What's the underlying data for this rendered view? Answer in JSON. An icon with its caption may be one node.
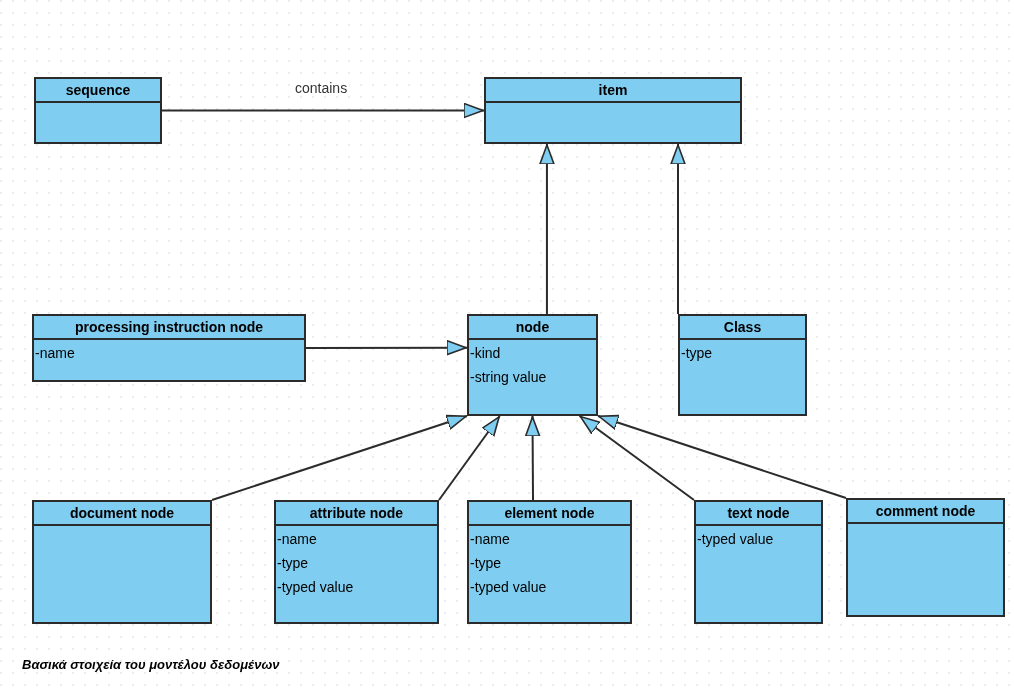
{
  "diagram": {
    "caption": "Βασικά στοιχεία του μοντέλου δεδομένων",
    "nodes": [
      {
        "text": [
          "sequence"
        ]
      },
      {
        "text": [
          "item"
        ]
      },
      {
        "text": [
          "processing instruction node",
          "-name"
        ]
      },
      {
        "text": [
          "node",
          "-kind",
          "-string value"
        ]
      },
      {
        "text": [
          "Class",
          "-type"
        ]
      },
      {
        "text": [
          "document node"
        ]
      },
      {
        "text": [
          "attribute node",
          "-name",
          "-type",
          "-typed value"
        ]
      },
      {
        "text": [
          "element node",
          "-name",
          "-type",
          "-typed value"
        ]
      },
      {
        "text": [
          "text node",
          "-typed value"
        ]
      },
      {
        "text": [
          "comment node"
        ]
      }
    ],
    "edges": [
      {
        "from": 0,
        "to": 1,
        "arrow": "to",
        "label": "contains"
      },
      {
        "from": 3,
        "to": 1,
        "arrow": "to"
      },
      {
        "from": 4,
        "to": 1,
        "arrow": "to"
      },
      {
        "from": 2,
        "to": 3,
        "arrow": "to"
      },
      {
        "from": 5,
        "to": 3,
        "arrow": "to"
      },
      {
        "from": 6,
        "to": 3,
        "arrow": "to"
      },
      {
        "from": 7,
        "to": 3,
        "arrow": "to"
      },
      {
        "from": 8,
        "to": 3,
        "arrow": "to"
      },
      {
        "from": 9,
        "to": 3,
        "arrow": "to"
      }
    ]
  }
}
